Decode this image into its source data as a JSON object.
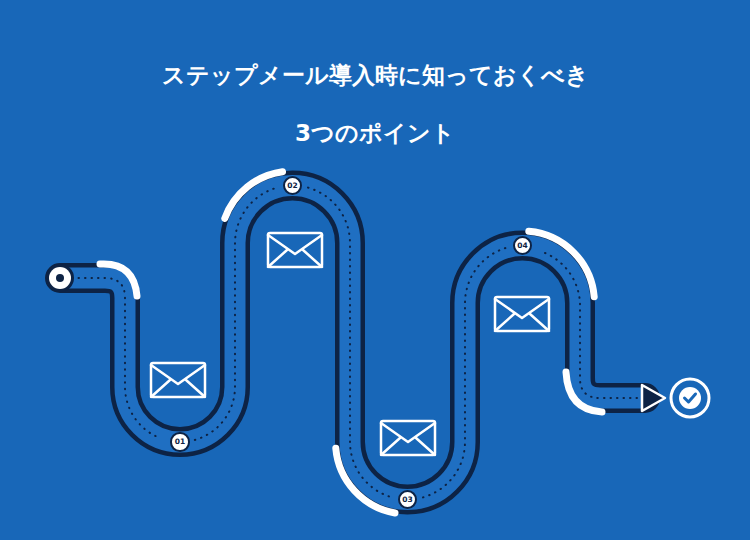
{
  "diagram": {
    "title": "ステップメール導入時に知っておくべき 3つのポイント",
    "nodes": [
      {
        "text": [
          "01"
        ]
      },
      {
        "text": [
          "02"
        ]
      },
      {
        "text": [
          "03"
        ]
      },
      {
        "text": [
          "04"
        ]
      }
    ],
    "edges": [
      {
        "from": 0,
        "to": 1,
        "arrow": "none"
      },
      {
        "from": 1,
        "to": 2,
        "arrow": "none"
      },
      {
        "from": 2,
        "to": 3,
        "arrow": "none"
      }
    ]
  }
}
